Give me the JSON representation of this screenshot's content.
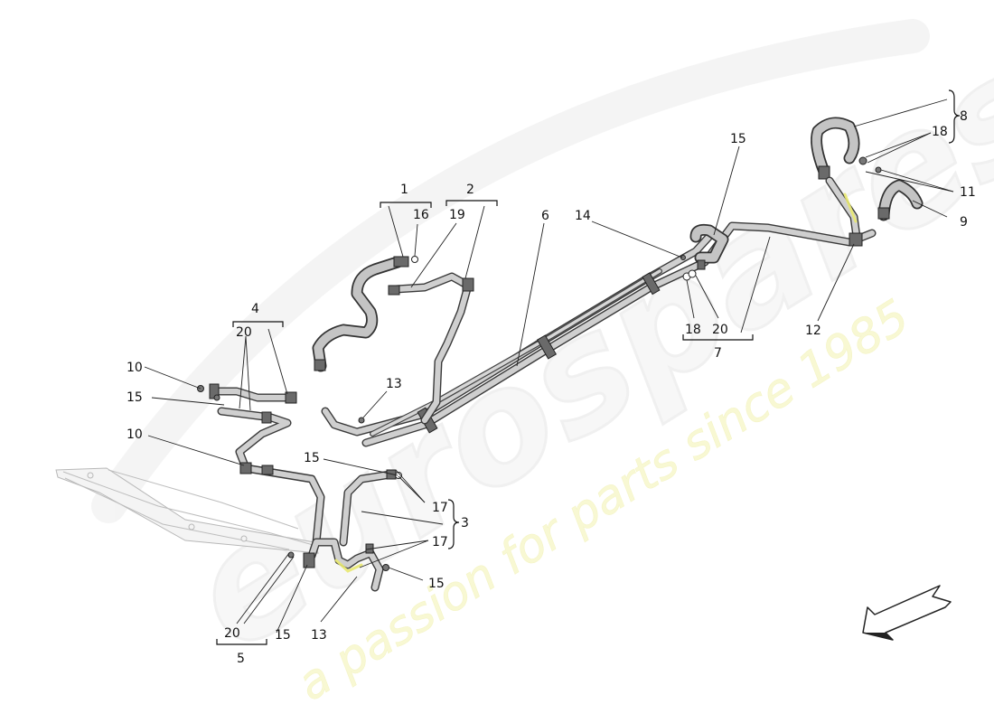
{
  "watermark": {
    "brand": "eurospares",
    "tagline": "a passion for parts since 1985"
  },
  "callouts": {
    "c1": "1",
    "c2": "2",
    "c3": "3",
    "c4": "4",
    "c5": "5",
    "c6": "6",
    "c7": "7",
    "c8": "8",
    "c9": "9",
    "c10a": "10",
    "c10b": "10",
    "c11": "11",
    "c12": "12",
    "c13a": "13",
    "c13b": "13",
    "c14": "14",
    "c15a": "15",
    "c15b": "15",
    "c15c": "15",
    "c15d": "15",
    "c15e": "15",
    "c16": "16",
    "c17a": "17",
    "c17b": "17",
    "c18a": "18",
    "c18b": "18",
    "c19": "19",
    "c20a": "20",
    "c20b": "20",
    "c20c": "20"
  },
  "orientation_arrow": "front-direction-arrow"
}
